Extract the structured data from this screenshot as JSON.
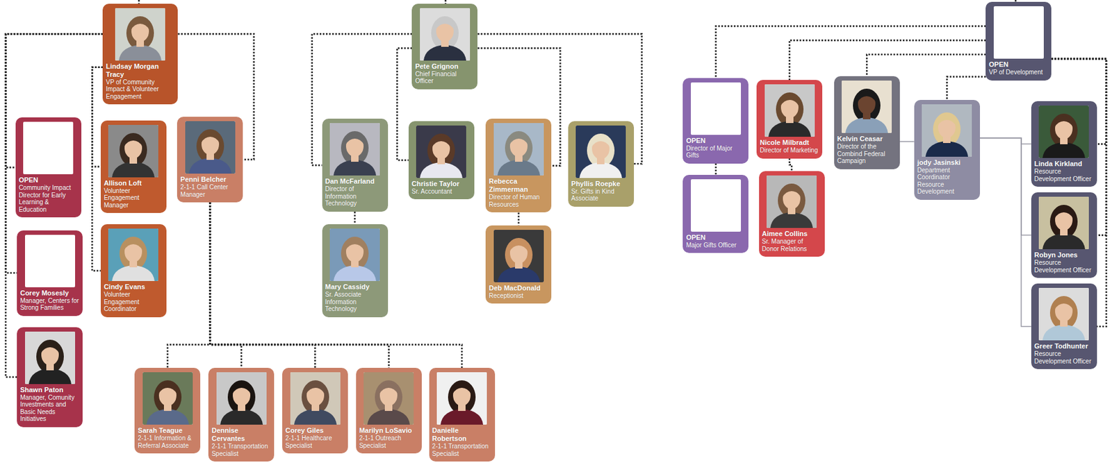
{
  "diagram": {
    "nodes": [
      {
        "text": [
          "Lindsay Morgan Tracy",
          "VP of Community Impact & Volunteer Engagement"
        ]
      },
      {
        "text": [
          "OPEN",
          "Community Impact Director for Early Learning & Education"
        ]
      },
      {
        "text": [
          "Allison Loft",
          "Volunteer Engagement Manager"
        ]
      },
      {
        "text": [
          "Penni Belcher",
          "2-1-1 Call Center Manager"
        ]
      },
      {
        "text": [
          "Corey Mosesly",
          "Manager, Centers for Strong Families"
        ]
      },
      {
        "text": [
          "Cindy Evans",
          "Volunteer Engagement Coordinator"
        ]
      },
      {
        "text": [
          "Shawn Paton",
          "Manager, Comunity Investments and Basic Needs Initiatives"
        ]
      },
      {
        "text": [
          "Sarah Teague",
          "2-1-1 Information & Referral Associate"
        ]
      },
      {
        "text": [
          "Dennise Cervantes",
          "2-1-1 Transportation Specialist"
        ]
      },
      {
        "text": [
          "Corey Giles",
          "2-1-1 Healthcare Specialist"
        ]
      },
      {
        "text": [
          "Marilyn LoSavio",
          "2-1-1 Outreach Specialist"
        ]
      },
      {
        "text": [
          "Danielle Robertson",
          "2-1-1 Transportation Specialist"
        ]
      },
      {
        "text": [
          "Pete Grignon",
          "Chief Financial Officer"
        ]
      },
      {
        "text": [
          "Dan McFarland",
          "Director of Information Technology"
        ]
      },
      {
        "text": [
          "Christie Taylor",
          "Sr. Accountant"
        ]
      },
      {
        "text": [
          "Rebecca Zimmerman",
          "Director of Human Resources"
        ]
      },
      {
        "text": [
          "Phyllis Roepke",
          "Sr. Gifts in Kind Associate"
        ]
      },
      {
        "text": [
          "Mary Cassidy",
          "Sr. Associate Information Technology"
        ]
      },
      {
        "text": [
          "Deb MacDonald",
          "Receptionist"
        ]
      },
      {
        "text": [
          "OPEN",
          "VP of Development"
        ]
      },
      {
        "text": [
          "OPEN",
          "Director of Major Gifts"
        ]
      },
      {
        "text": [
          "Nicole Milbradt",
          "Director of Marketing"
        ]
      },
      {
        "text": [
          "Kelvin Ceasar",
          "Director of the Combind Federal Campaign"
        ]
      },
      {
        "text": [
          "jody Jasinski",
          "Department Coordinator Resource Development"
        ]
      },
      {
        "text": [
          "Linda Kirkland",
          "Resource Development Officer"
        ]
      },
      {
        "text": [
          "OPEN",
          "Major Gifts Officer"
        ]
      },
      {
        "text": [
          "Aimee Collins",
          "Sr. Manager of Donor Relations"
        ]
      },
      {
        "text": [
          "Robyn Jones",
          "Resource Development Officer"
        ]
      },
      {
        "text": [
          "Greer Todhunter",
          "Resource Development Officer"
        ]
      }
    ],
    "edges": [
      {
        "from": 0,
        "to": 1,
        "arrow": "none"
      },
      {
        "from": 0,
        "to": 4,
        "arrow": "none"
      },
      {
        "from": 0,
        "to": 6,
        "arrow": "none"
      },
      {
        "from": 0,
        "to": 2,
        "arrow": "none"
      },
      {
        "from": 0,
        "to": 5,
        "arrow": "none"
      },
      {
        "from": 0,
        "to": 3,
        "arrow": "none"
      },
      {
        "from": 3,
        "to": 7,
        "arrow": "none"
      },
      {
        "from": 3,
        "to": 8,
        "arrow": "none"
      },
      {
        "from": 3,
        "to": 9,
        "arrow": "none"
      },
      {
        "from": 3,
        "to": 10,
        "arrow": "none"
      },
      {
        "from": 3,
        "to": 11,
        "arrow": "none"
      },
      {
        "from": 12,
        "to": 13,
        "arrow": "none"
      },
      {
        "from": 12,
        "to": 14,
        "arrow": "none"
      },
      {
        "from": 12,
        "to": 15,
        "arrow": "none"
      },
      {
        "from": 12,
        "to": 16,
        "arrow": "none"
      },
      {
        "from": 13,
        "to": 17,
        "arrow": "none"
      },
      {
        "from": 15,
        "to": 18,
        "arrow": "none"
      },
      {
        "from": 19,
        "to": 20,
        "arrow": "none"
      },
      {
        "from": 19,
        "to": 21,
        "arrow": "none"
      },
      {
        "from": 19,
        "to": 22,
        "arrow": "none"
      },
      {
        "from": 19,
        "to": 23,
        "arrow": "none"
      },
      {
        "from": 19,
        "to": 24,
        "arrow": "none"
      },
      {
        "from": 19,
        "to": 27,
        "arrow": "none"
      },
      {
        "from": 19,
        "to": 28,
        "arrow": "none"
      },
      {
        "from": 20,
        "to": 25,
        "arrow": "none"
      },
      {
        "from": 21,
        "to": 26,
        "arrow": "none"
      },
      {
        "from": 22,
        "to": 23,
        "arrow": "none"
      },
      {
        "from": 23,
        "to": 24,
        "arrow": "none"
      },
      {
        "from": 23,
        "to": 27,
        "arrow": "none"
      },
      {
        "from": 23,
        "to": 28,
        "arrow": "none"
      }
    ]
  }
}
